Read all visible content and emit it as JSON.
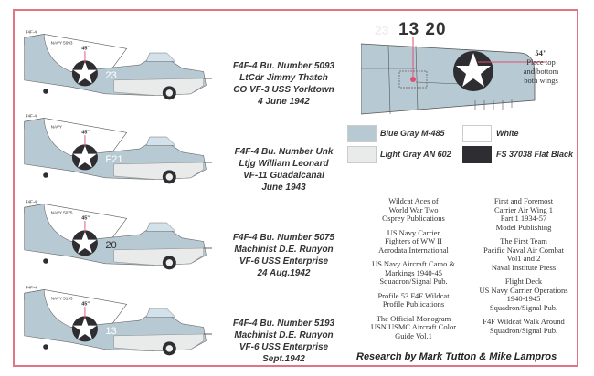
{
  "aircraft": [
    {
      "code": "F4F-4",
      "fuselage_no": "23",
      "navy": "NAVY 5093",
      "caption": [
        "F4F-4 Bu. Number 5093",
        "LtCdr Jimmy Thatch",
        "CO VF-3 USS Yorktown",
        "4 June 1942"
      ],
      "insignia_size": "45\""
    },
    {
      "code": "F4F-4",
      "fuselage_no": "F21",
      "navy": "NAVY",
      "caption": [
        "F4F-4 Bu. Number Unk",
        "Ltjg William Leonard",
        "VF-11 Guadalcanal",
        "June 1943"
      ],
      "insignia_size": "45\""
    },
    {
      "code": "F4F-4",
      "fuselage_no": "20",
      "navy": "NAVY 5075",
      "caption": [
        "F4F-4 Bu. Number 5075",
        "Machinist D.E. Runyon",
        "VF-6 USS Enterprise",
        "24 Aug.1942"
      ],
      "insignia_size": "45\""
    },
    {
      "code": "F4F-4",
      "fuselage_no": "13",
      "navy": "NAVY 5193",
      "caption": [
        "F4F-4 Bu. Number 5193",
        "Machinist D.E. Runyon",
        "VF-6 USS Enterprise",
        "Sept.1942"
      ],
      "insignia_size": "45\""
    }
  ],
  "wing": {
    "numbers": "13 20",
    "faint_number": "23",
    "size": "54\"",
    "note": [
      "Place top",
      "and bottom",
      "both wings"
    ]
  },
  "legend": [
    {
      "label": "Blue Gray M-485",
      "color": "#b7c9d3"
    },
    {
      "label": "White",
      "color": "#ffffff"
    },
    {
      "label": "Light Gray AN 602",
      "color": "#e9eaea"
    },
    {
      "label": "FS 37038 Flat Black",
      "color": "#2e2d32"
    }
  ],
  "references_left": [
    [
      "Wildcat Aces of",
      "World War Two",
      "Osprey Publications"
    ],
    [
      "US Navy Carrier",
      "Fighters of WW II",
      "Aerodata International"
    ],
    [
      "US Navy Aircraft Camo.&",
      "Markings 1940-45",
      "Squadron/Signal Pub."
    ],
    [
      "Profile 53 F4F Wildcat",
      "Profile Publications"
    ],
    [
      "The Official Monogram",
      "USN USMC Aircraft Color",
      "Guide Vol.1"
    ]
  ],
  "references_right": [
    [
      "First and Foremost",
      "Carrier Air Wing 1",
      "Part 1 1934-57",
      "Model Publishing"
    ],
    [
      "The First Team",
      "Pacific Naval Air Combat",
      "Vol1 and 2",
      "Naval Institute Press"
    ],
    [
      "Flight Deck",
      "US Navy Carrier Operations",
      "1940-1945",
      "Squadron/Signal Pub."
    ],
    [
      "F4F Wildcat Walk Around",
      "Squadron/Signal Pub."
    ]
  ],
  "credit": "Research by Mark Tutton & Mike Lampros"
}
